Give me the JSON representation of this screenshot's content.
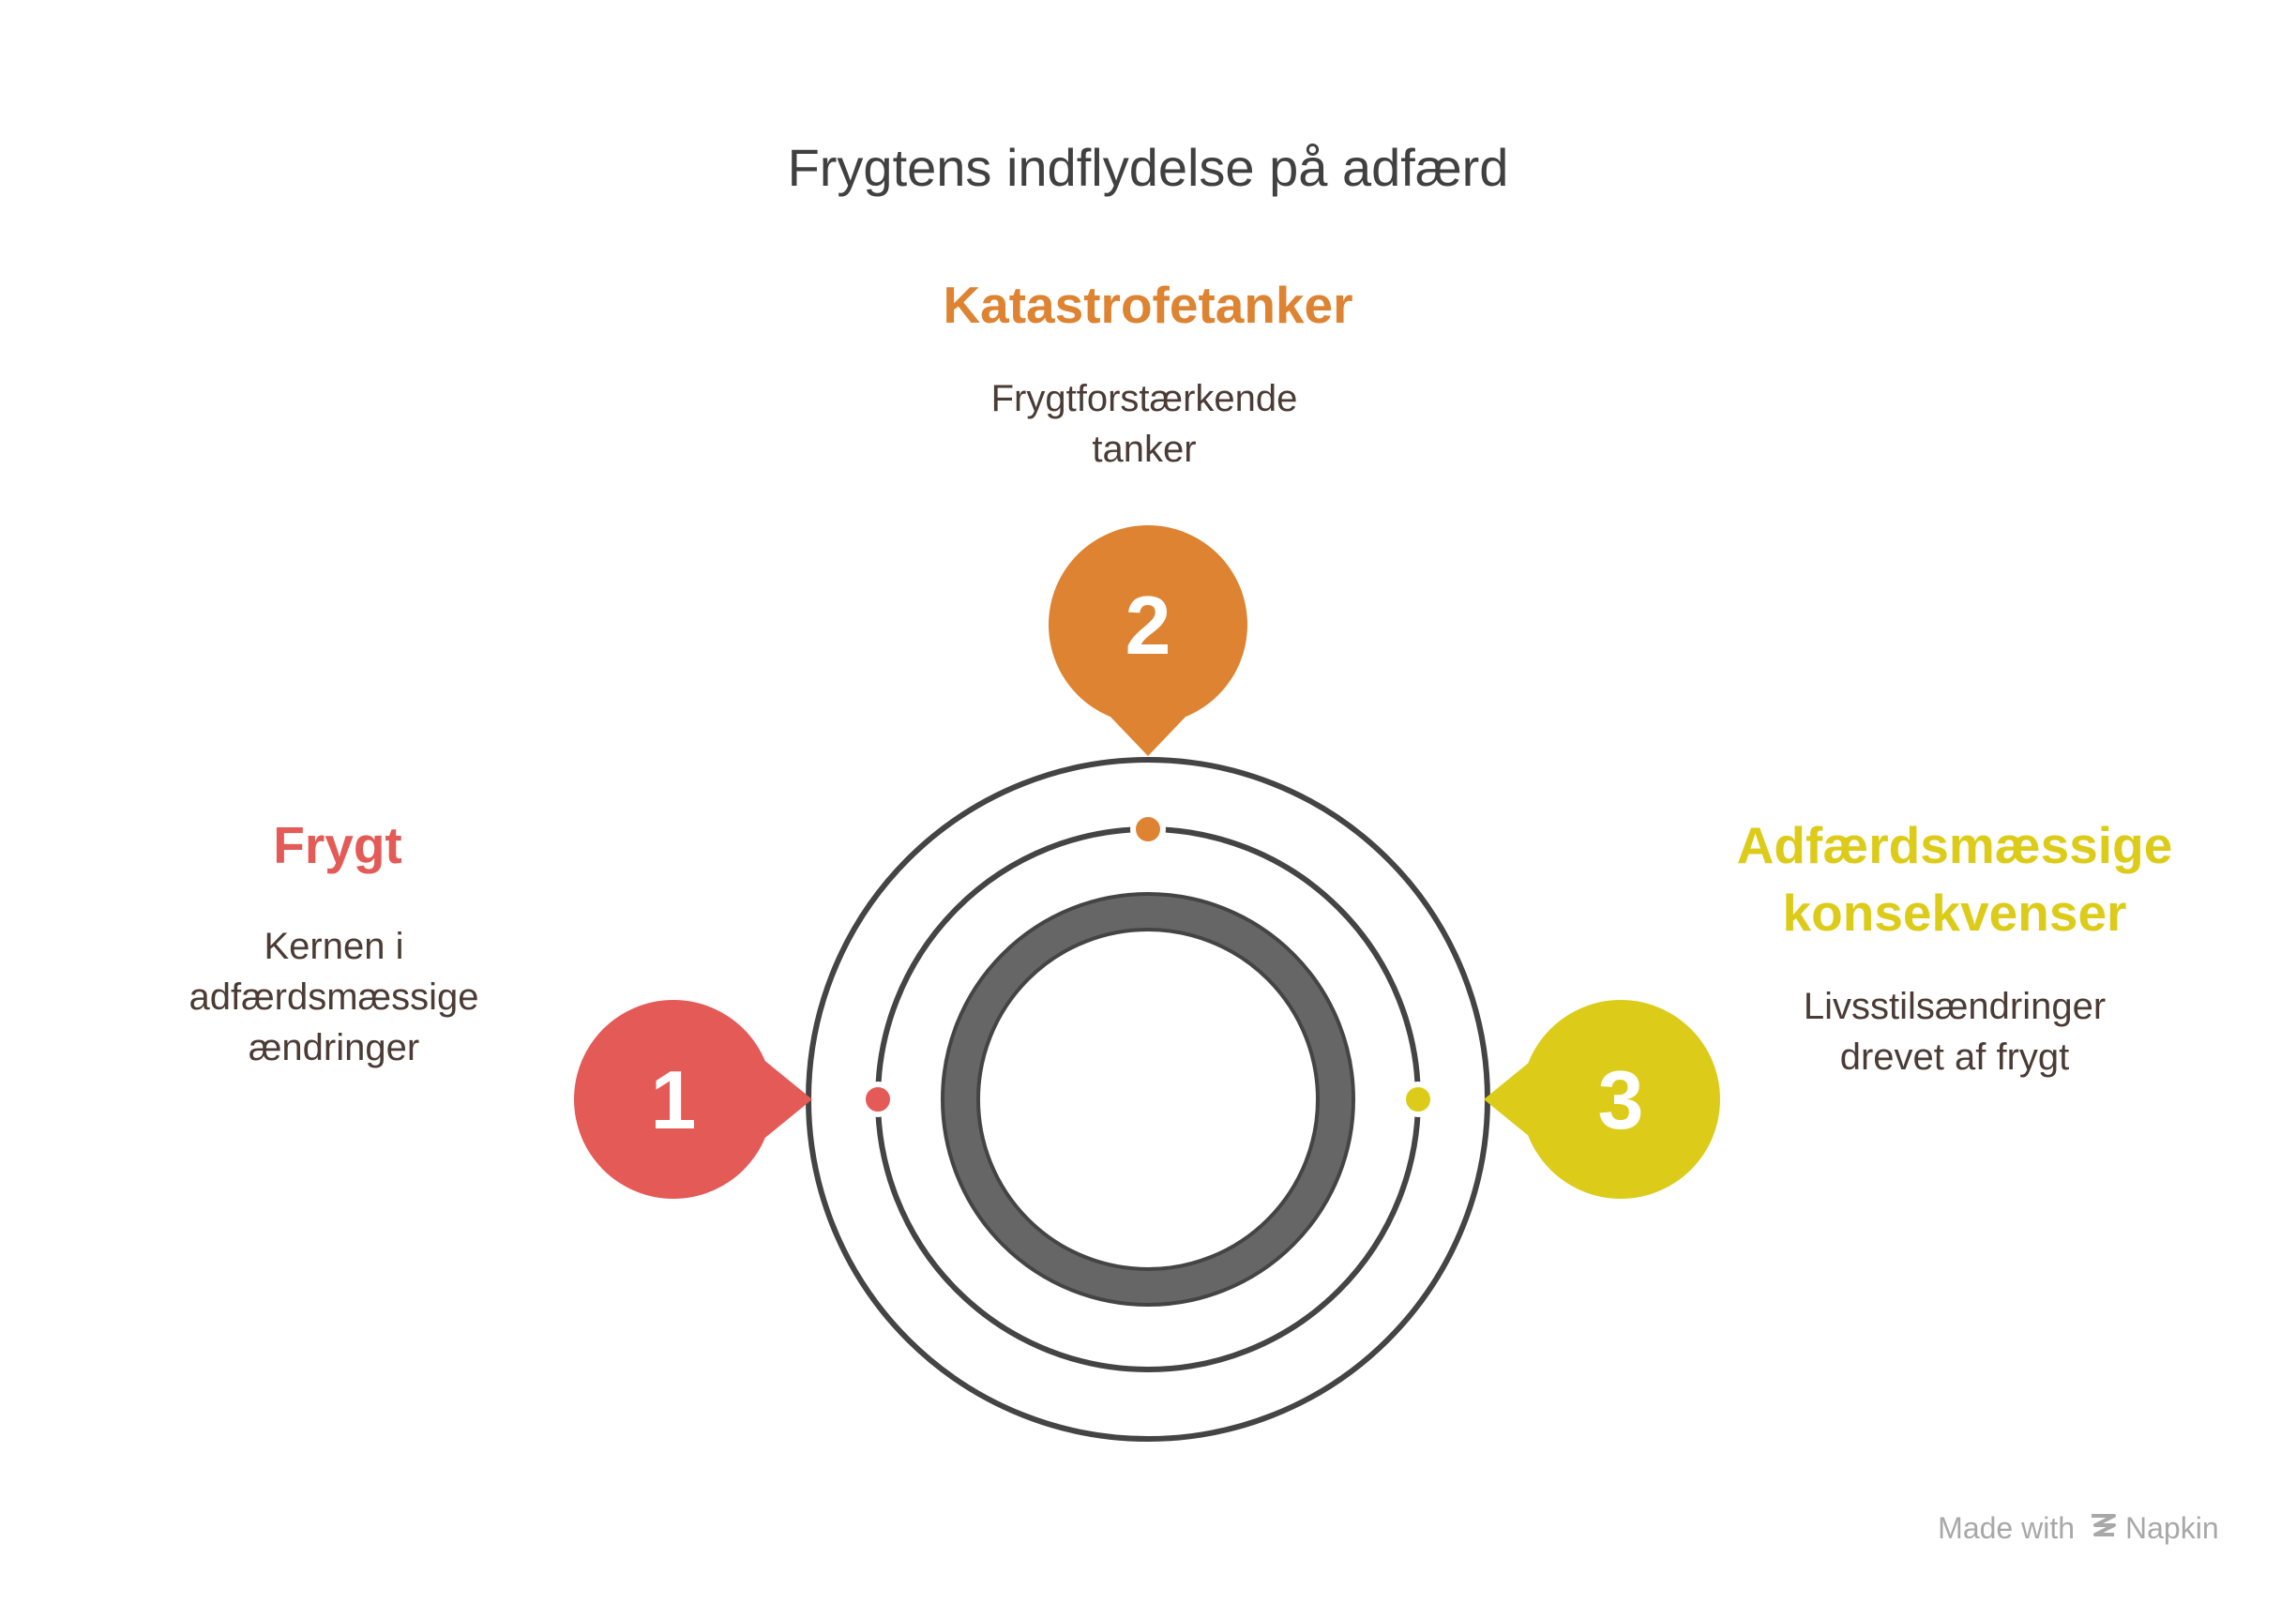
{
  "title": "Frygtens indflydelse på adfærd",
  "colors": {
    "red": "#e35a56",
    "orange": "#dd8331",
    "yellow": "#dccc19",
    "ring": "#444444",
    "core": "#666666",
    "dark_text": "#4a3b34"
  },
  "steps": [
    {
      "number": "1",
      "heading": "Frygt",
      "description": [
        "Kernen i",
        "adfærdsmæssige",
        "ændringer"
      ]
    },
    {
      "number": "2",
      "heading": "Katastrofetanker",
      "description": [
        "Frygtforstærkende",
        "tanker"
      ]
    },
    {
      "number": "3",
      "heading": [
        "Adfærdsmæssige",
        "konsekvenser"
      ],
      "description": [
        "Livsstilsændringer",
        "drevet af frygt"
      ]
    }
  ],
  "footer": {
    "made_with": "Made with",
    "brand": "Napkin",
    "logo_icon": "napkin-logo-icon"
  }
}
